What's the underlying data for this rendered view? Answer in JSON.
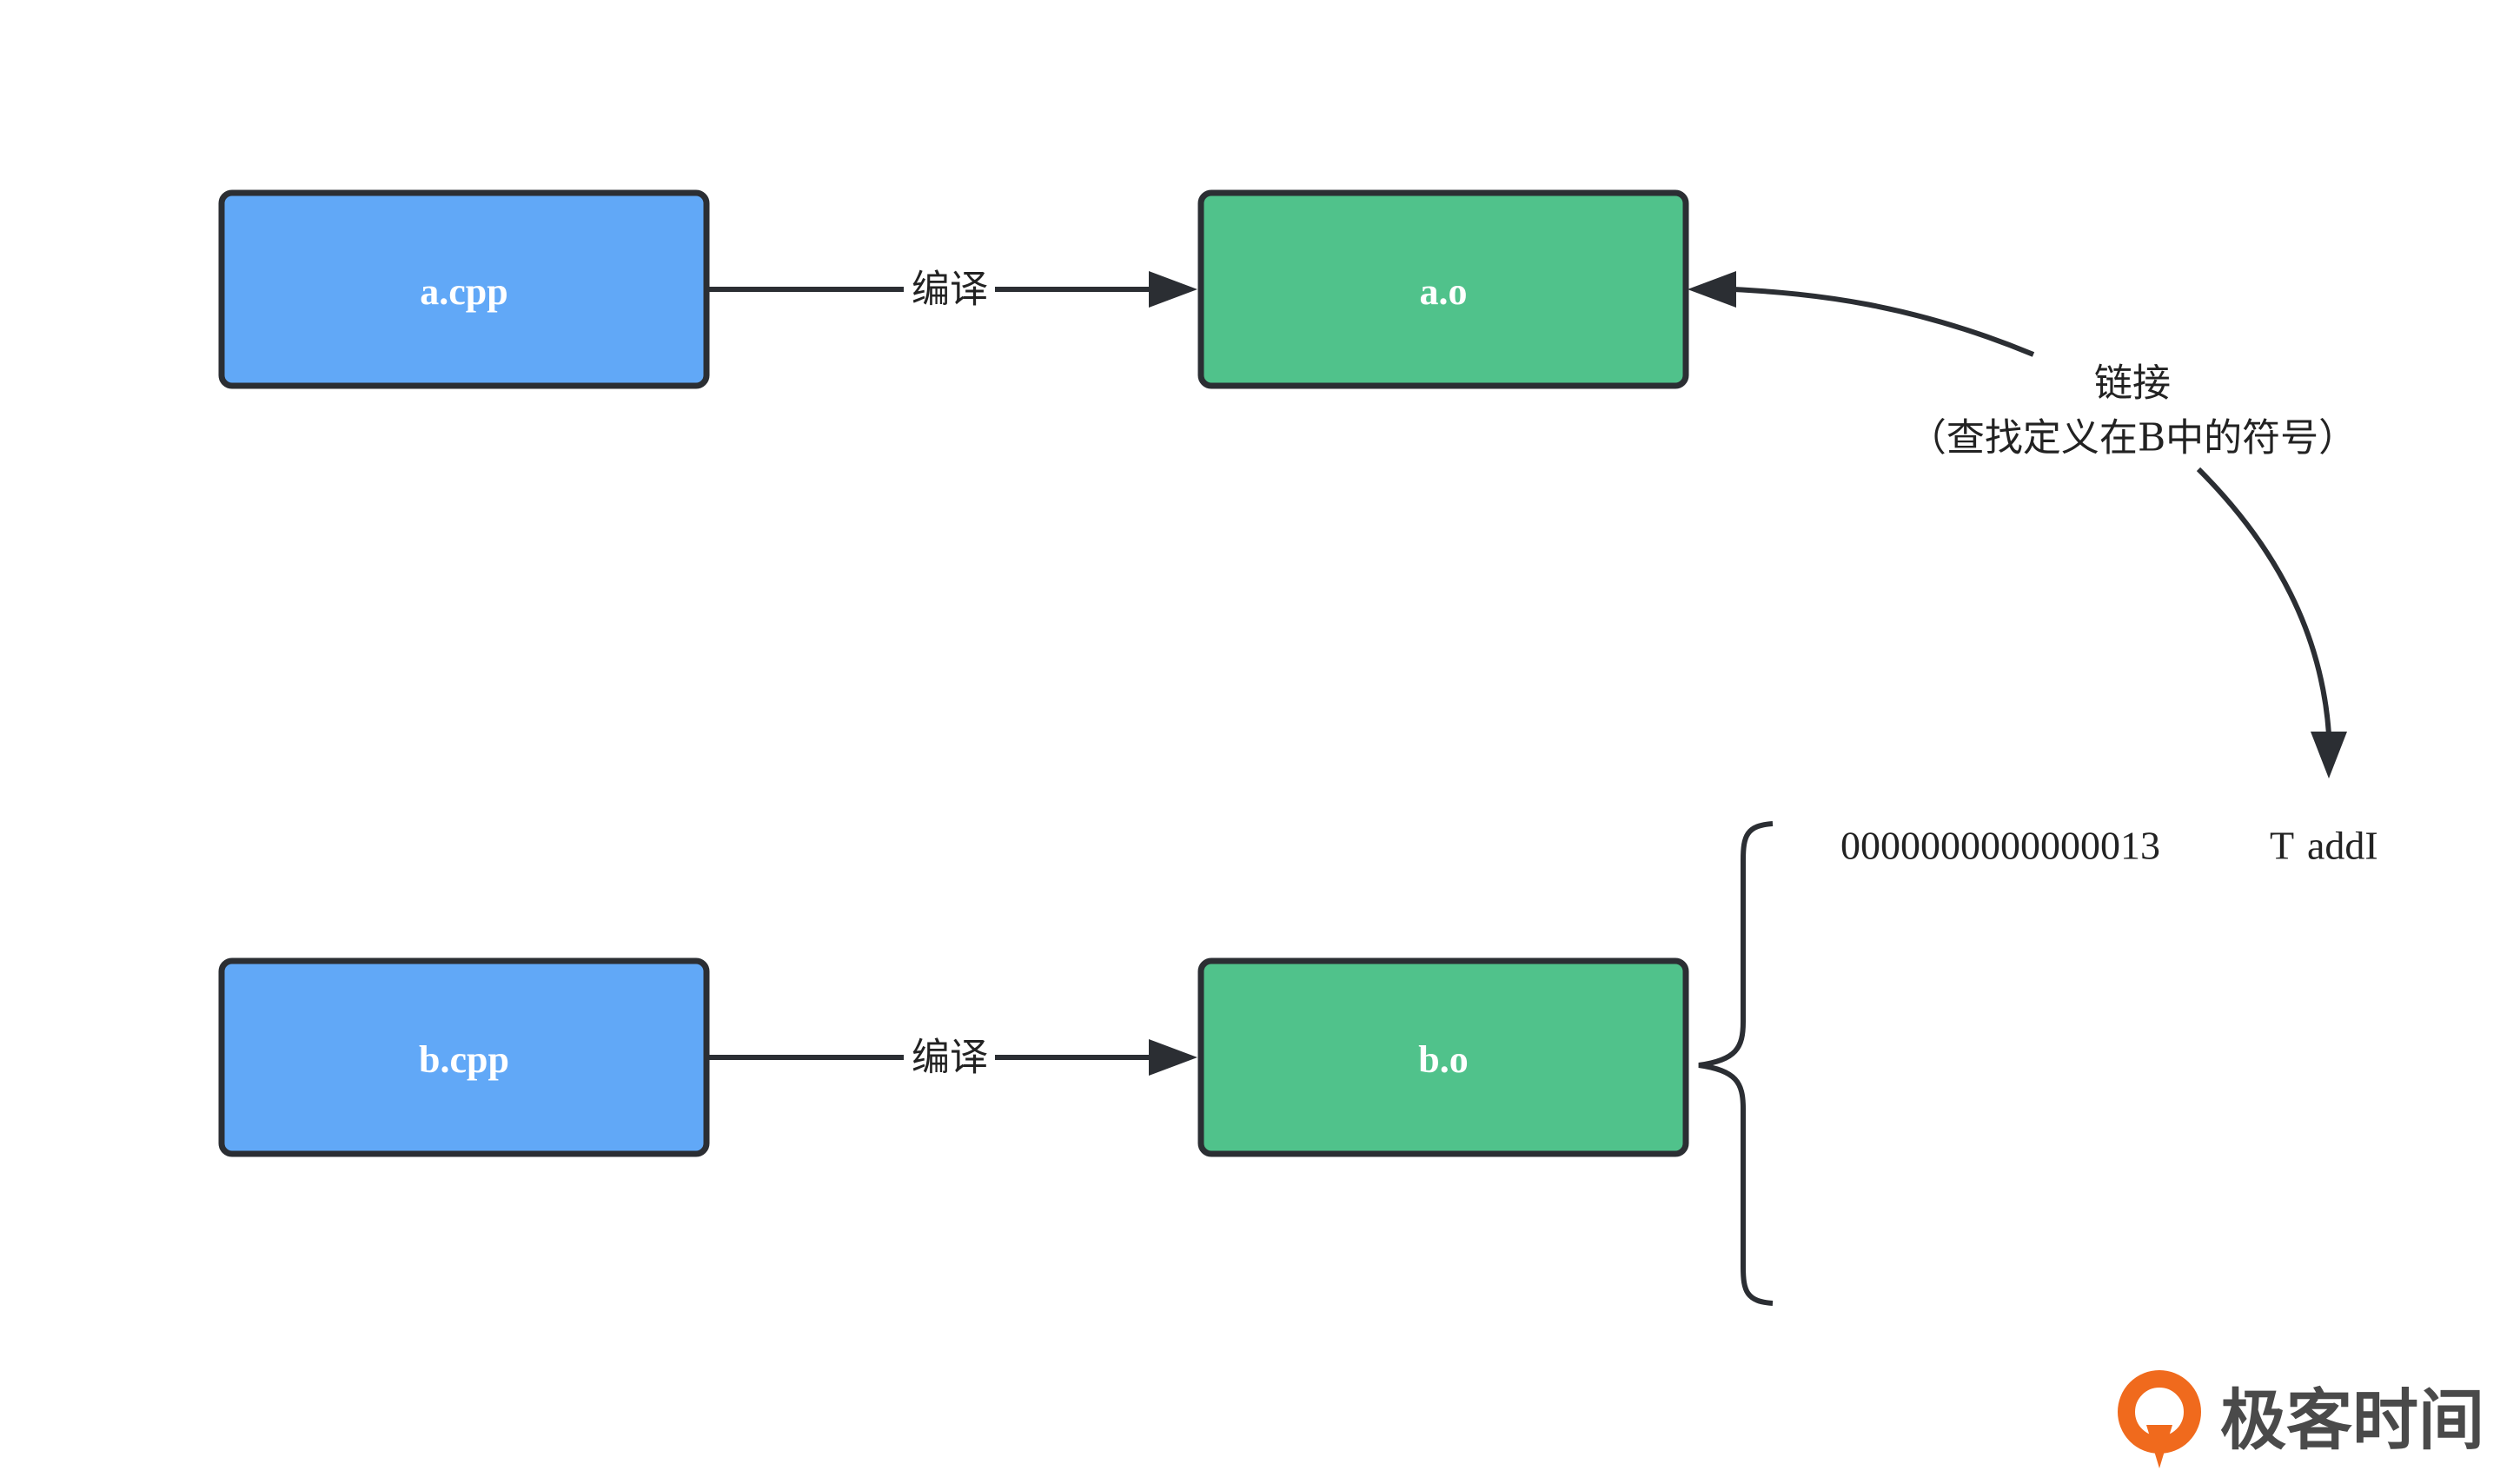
{
  "nodes": {
    "a_cpp": {
      "label": "a.cpp"
    },
    "a_o": {
      "label": "a.o"
    },
    "b_cpp": {
      "label": "b.cpp"
    },
    "b_o": {
      "label": "b.o"
    }
  },
  "edges": {
    "compile_a": {
      "label": "编译"
    },
    "compile_b": {
      "label": "编译"
    },
    "link": {
      "line1": "链接",
      "line2": "（查找定义在B中的符号）"
    }
  },
  "symbols": [
    {
      "address": "0000000000000013",
      "type": "T",
      "name": "addI"
    }
  ],
  "logo": {
    "text": "极客时间"
  },
  "colors": {
    "source_fill": "#61a8f7",
    "object_fill": "#50c28b",
    "stroke": "#2b2e33",
    "logo_orange": "#f06a1d"
  }
}
